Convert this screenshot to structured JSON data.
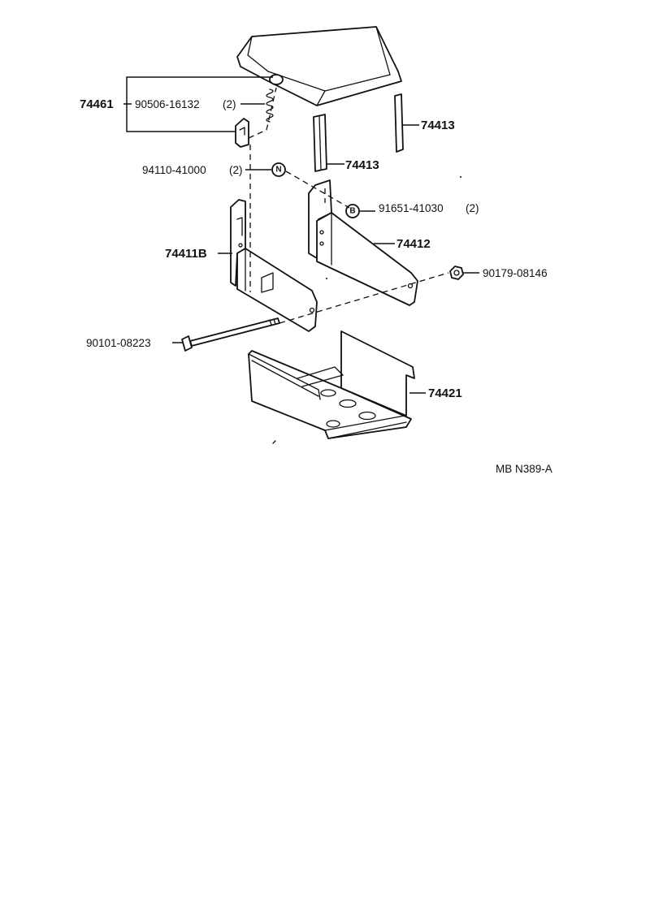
{
  "diagram_code": "MB N389-A",
  "parts": [
    {
      "id": "p74461",
      "text": "74461"
    },
    {
      "id": "p90506",
      "text": "90506-16132",
      "qty": "(2)"
    },
    {
      "id": "p74413a",
      "text": "74413"
    },
    {
      "id": "p74413b",
      "text": "74413"
    },
    {
      "id": "p94110",
      "text": "94110-41000",
      "qty": "(2)",
      "symbol": "N"
    },
    {
      "id": "p91651",
      "text": "91651-41030",
      "qty": "(2)",
      "symbol": "B"
    },
    {
      "id": "p74412",
      "text": "74412"
    },
    {
      "id": "p74411B",
      "text": "74411B"
    },
    {
      "id": "p90179",
      "text": "90179-08146"
    },
    {
      "id": "p90101",
      "text": "90101-08223"
    },
    {
      "id": "p74421",
      "text": "74421"
    }
  ]
}
